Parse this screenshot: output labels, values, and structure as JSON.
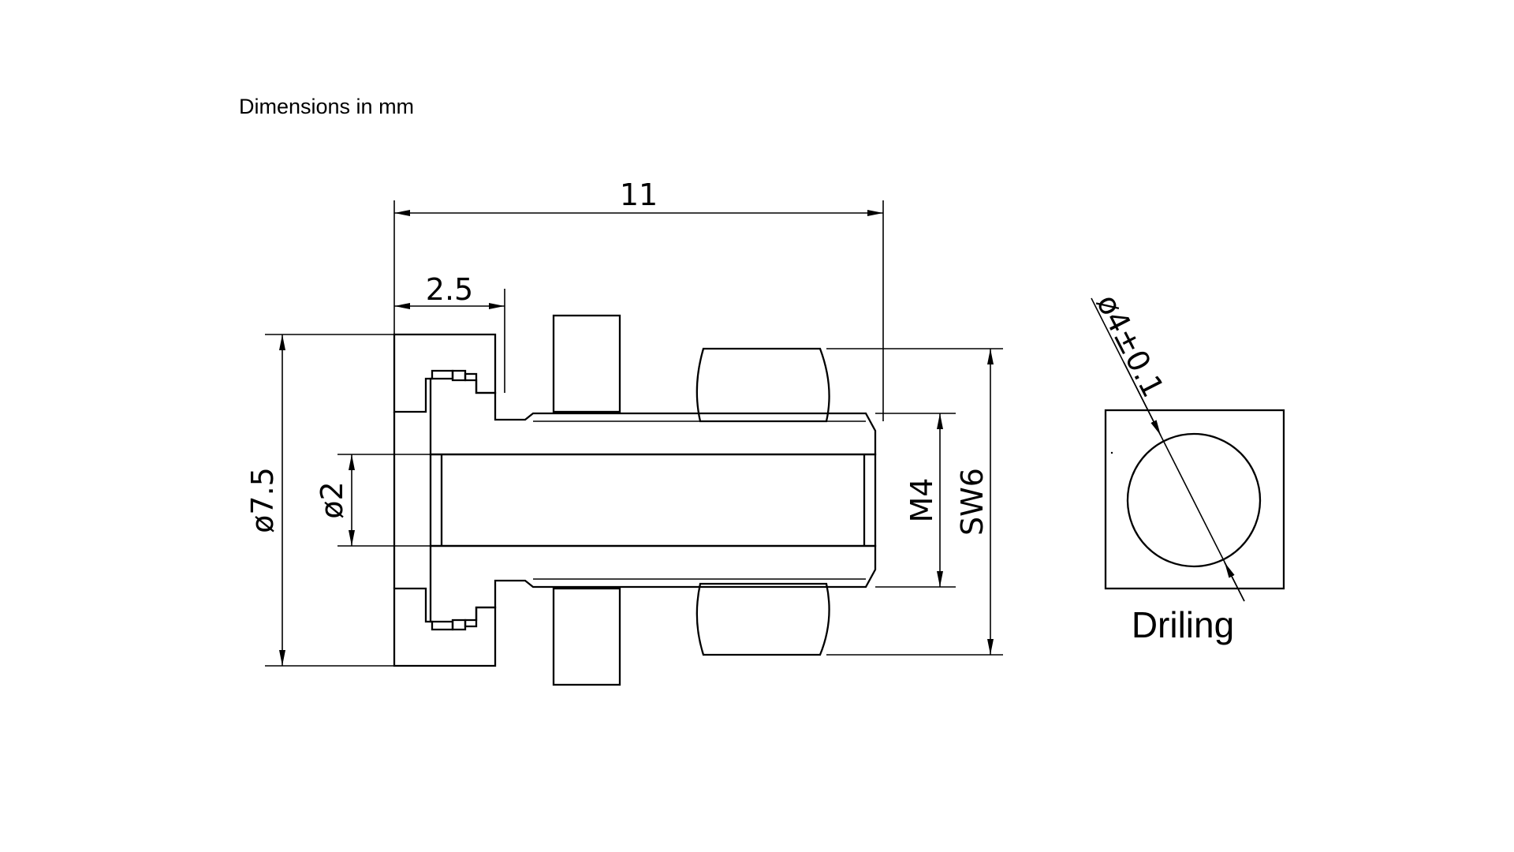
{
  "caption": "Dimensions in mm",
  "dimensions": {
    "overall_length": "11",
    "head_thickness": "2.5",
    "head_diameter": "ø7.5",
    "bore_diameter": "ø2",
    "thread": "M4",
    "wrench_size": "SW6",
    "drill_hole": "ø4±0.1"
  },
  "drilling_label": "Driling"
}
